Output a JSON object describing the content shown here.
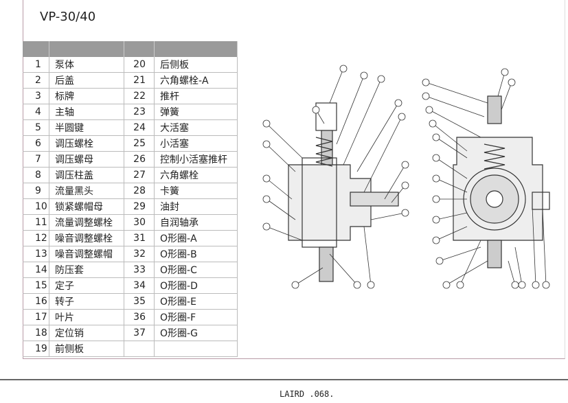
{
  "title": "VP-30/40",
  "parts_left": [
    {
      "no": "1",
      "name": "泵体"
    },
    {
      "no": "2",
      "name": "后盖"
    },
    {
      "no": "3",
      "name": "标牌"
    },
    {
      "no": "4",
      "name": "主轴"
    },
    {
      "no": "5",
      "name": "半圆键"
    },
    {
      "no": "6",
      "name": "调压螺栓"
    },
    {
      "no": "7",
      "name": "调压螺母"
    },
    {
      "no": "8",
      "name": "调压柱盖"
    },
    {
      "no": "9",
      "name": "流量黑头"
    },
    {
      "no": "10",
      "name": "锁紧螺帽母"
    },
    {
      "no": "11",
      "name": "流量调整螺栓"
    },
    {
      "no": "12",
      "name": "噪音调整螺栓"
    },
    {
      "no": "13",
      "name": "噪音调整螺帽"
    },
    {
      "no": "14",
      "name": "防压套"
    },
    {
      "no": "15",
      "name": "定子"
    },
    {
      "no": "16",
      "name": "转子"
    },
    {
      "no": "17",
      "name": "叶片"
    },
    {
      "no": "18",
      "name": "定位销"
    },
    {
      "no": "19",
      "name": "前侧板"
    }
  ],
  "parts_right": [
    {
      "no": "20",
      "name": "后侧板"
    },
    {
      "no": "21",
      "name": "六角螺栓-A"
    },
    {
      "no": "22",
      "name": "推杆"
    },
    {
      "no": "23",
      "name": "弹簧"
    },
    {
      "no": "24",
      "name": "大活塞"
    },
    {
      "no": "25",
      "name": "小活塞"
    },
    {
      "no": "26",
      "name": "控制小活塞推杆"
    },
    {
      "no": "27",
      "name": "六角螺栓"
    },
    {
      "no": "28",
      "name": "卡簧"
    },
    {
      "no": "29",
      "name": "油封"
    },
    {
      "no": "30",
      "name": "自润轴承"
    },
    {
      "no": "31",
      "name": "O形圈-A"
    },
    {
      "no": "32",
      "name": "O形圈-B"
    },
    {
      "no": "33",
      "name": "O形圈-C"
    },
    {
      "no": "34",
      "name": "O形圈-D"
    },
    {
      "no": "35",
      "name": "O形圈-E"
    },
    {
      "no": "36",
      "name": "O形圈-F"
    },
    {
      "no": "37",
      "name": "O形圈-G"
    }
  ],
  "footer": "LAIRD .068."
}
